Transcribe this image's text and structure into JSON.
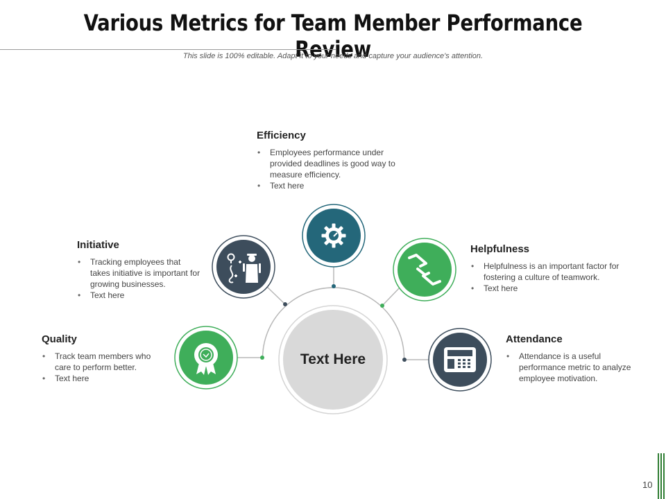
{
  "title": "Various Metrics for Team Member Performance Review",
  "subtitle": "This slide is 100% editable. Adapt it to your needs and capture your audience's attention.",
  "center": {
    "label": "Text Here"
  },
  "colors": {
    "green": "#3fae5a",
    "dark": "#3d4d5c",
    "teal": "#24677a",
    "center_fill": "#d9d9d9",
    "line": "#b7b7b7"
  },
  "metrics": {
    "efficiency": {
      "title": "Efficiency",
      "icon": "gear-speedometer-icon",
      "bullets": [
        "Employees performance under provided deadlines is good way to measure efficiency.",
        "Text here"
      ]
    },
    "initiative": {
      "title": "Initiative",
      "icon": "idea-person-icon",
      "bullets": [
        "Tracking employees that takes initiative is important for growing businesses.",
        "Text here"
      ]
    },
    "helpfulness": {
      "title": "Helpfulness",
      "icon": "handshake-icon",
      "bullets": [
        "Helpfulness is an important factor for fostering a culture of teamwork.",
        "Text here"
      ]
    },
    "quality": {
      "title": "Quality",
      "icon": "award-badge-icon",
      "bullets": [
        "Track team members who care to perform better.",
        "Text here"
      ]
    },
    "attendance": {
      "title": "Attendance",
      "icon": "attendance-machine-icon",
      "bullets": [
        "Attendance is a useful performance metric to analyze employee motivation."
      ]
    }
  },
  "page_number": "10"
}
